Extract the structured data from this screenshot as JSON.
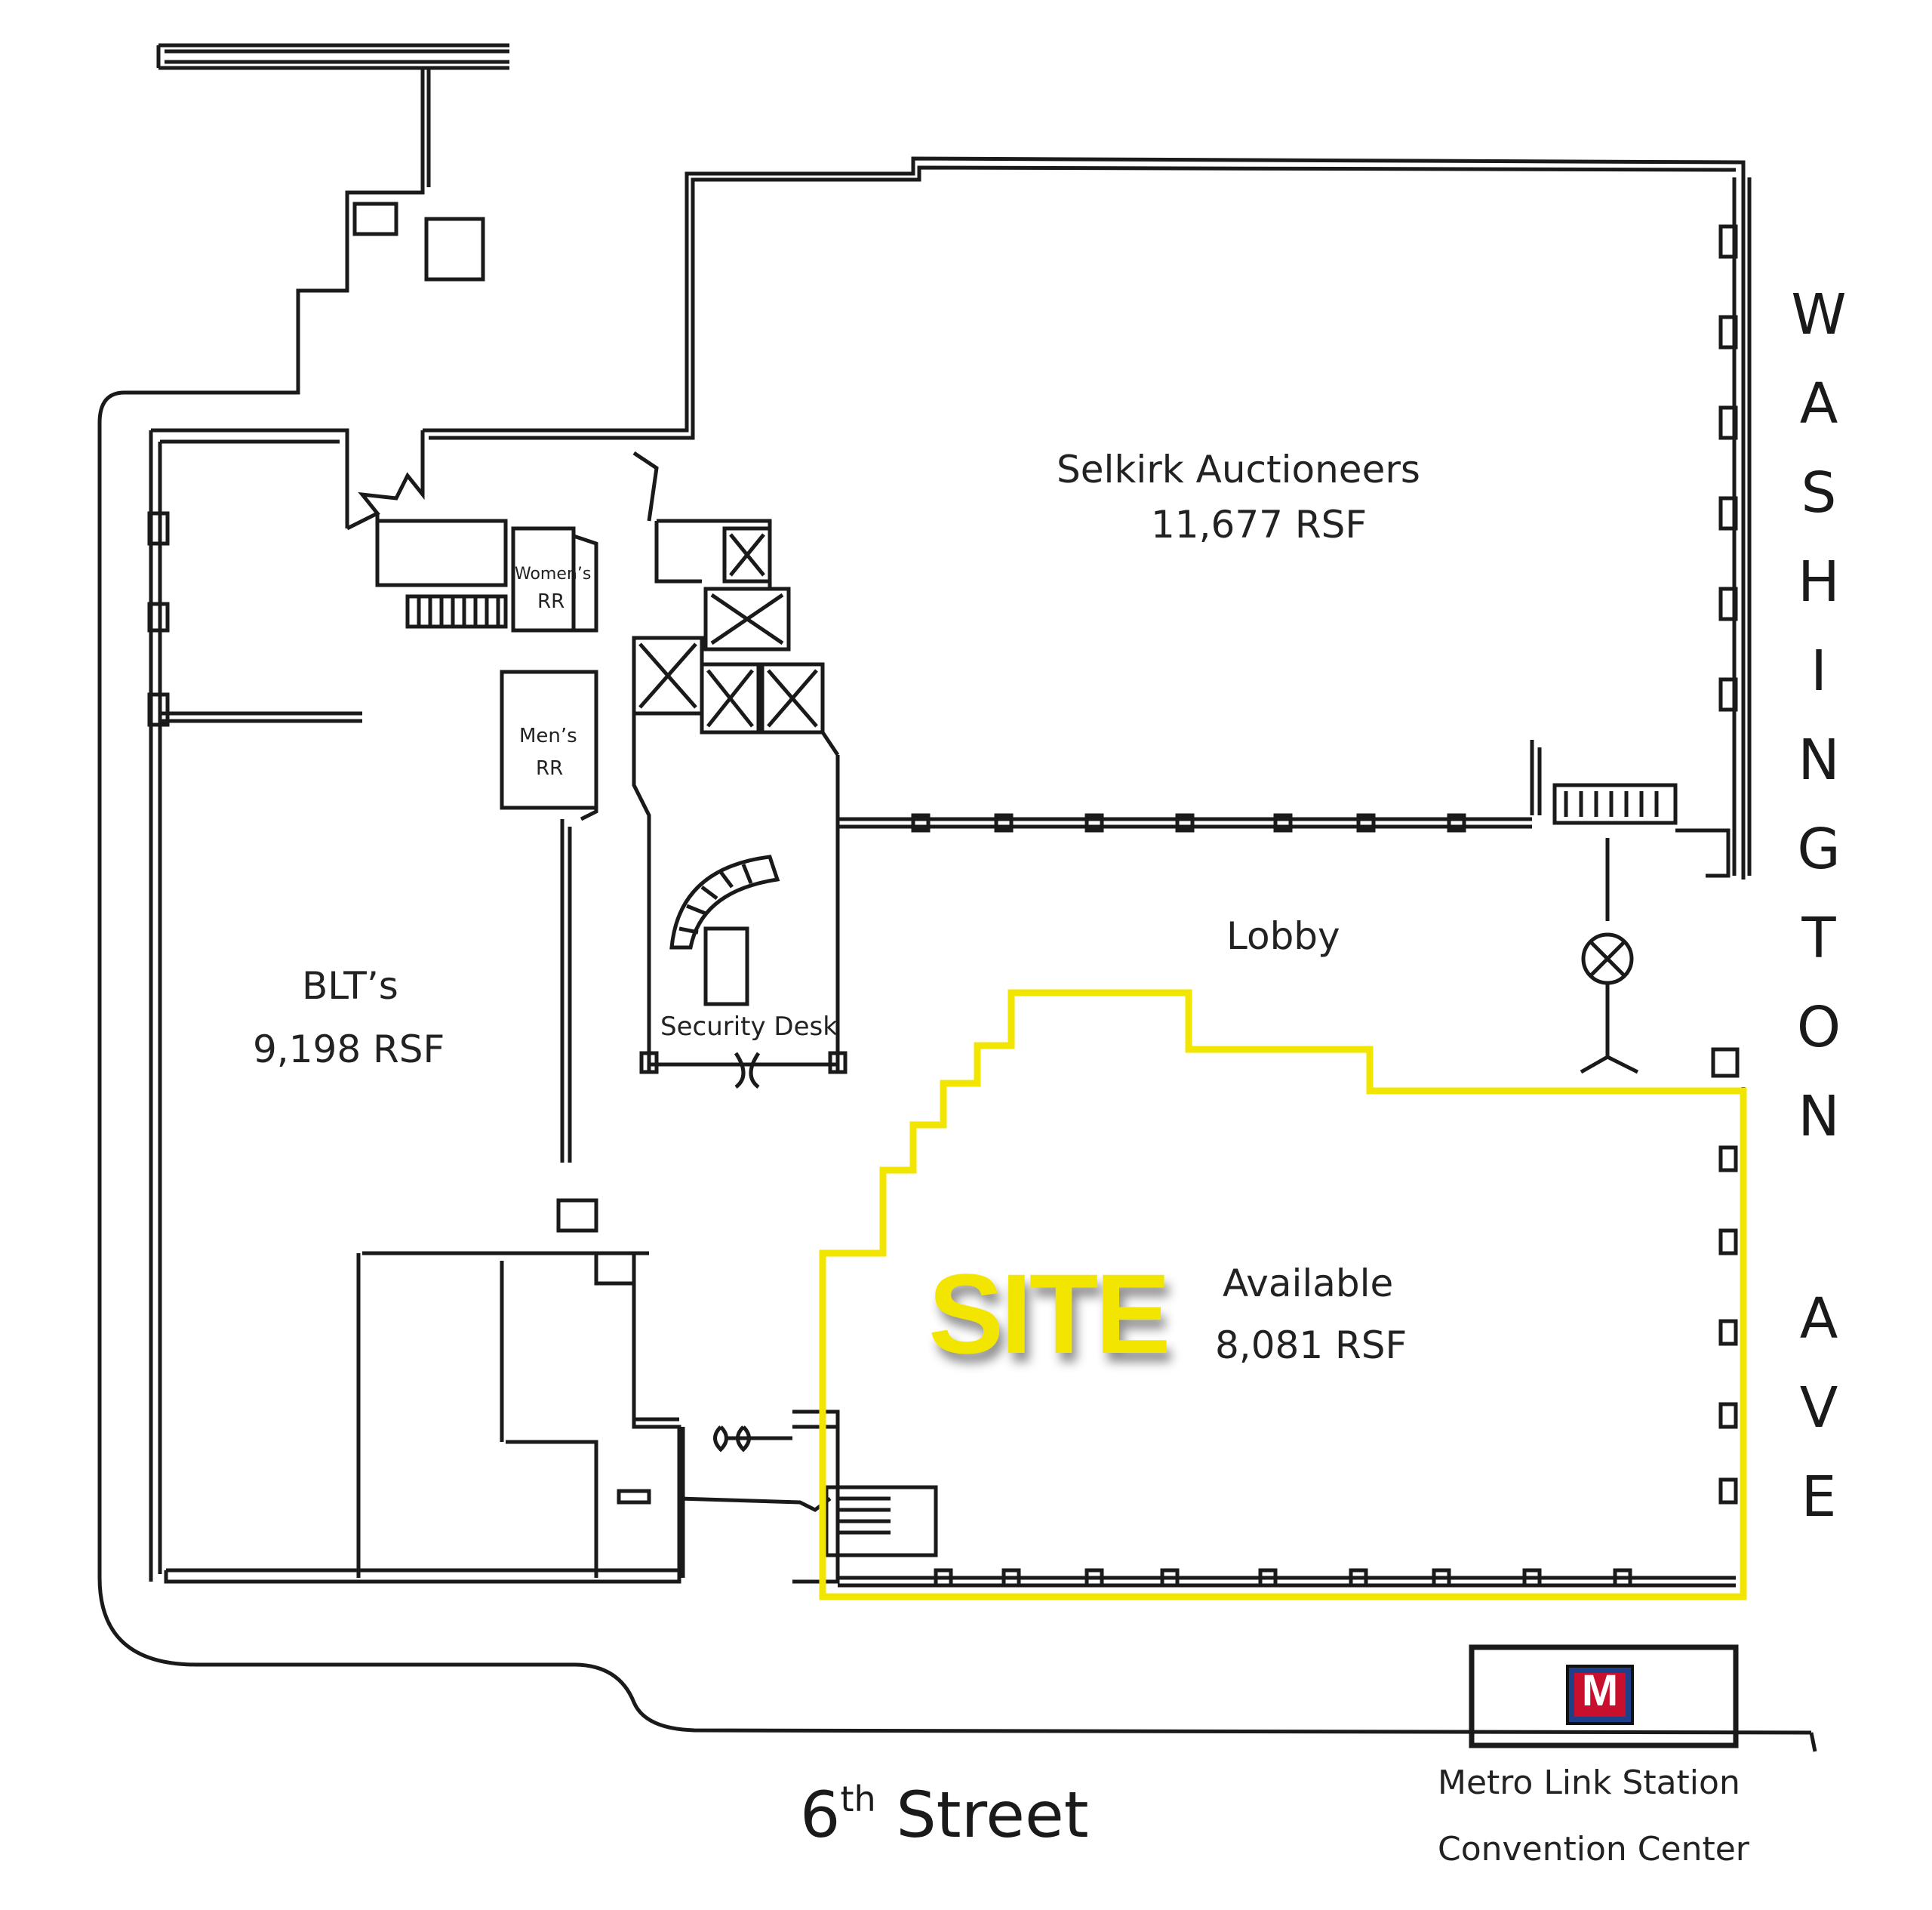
{
  "streets": {
    "east_letters": [
      "W",
      "A",
      "S",
      "H",
      "I",
      "N",
      "G",
      "T",
      "O",
      "N",
      "A",
      "V",
      "E"
    ],
    "south_prefix": "6",
    "south_sup": "th",
    "south_rest": " Street"
  },
  "spaces": {
    "selkirk": {
      "name": "Selkirk Auctioneers",
      "area": "11,677 RSF"
    },
    "blts": {
      "name": "BLT’s",
      "area": "9,198 RSF"
    },
    "available": {
      "name": "Available",
      "area": "8,081 RSF"
    },
    "site_label": "SITE",
    "lobby": "Lobby",
    "womens_rr": {
      "line1": "Women’s",
      "line2": "RR"
    },
    "mens_rr": {
      "line1": "Men’s",
      "line2": "RR"
    },
    "security_desk": "Security Desk"
  },
  "metro": {
    "logo_letter": "M",
    "line1": "Metro Link Station",
    "line2": "Convention Center"
  },
  "colors": {
    "site_outline": "#f2e600",
    "walls": "#1a1a1a",
    "metro_blue": "#1e3f8a",
    "metro_red": "#c8102e"
  }
}
